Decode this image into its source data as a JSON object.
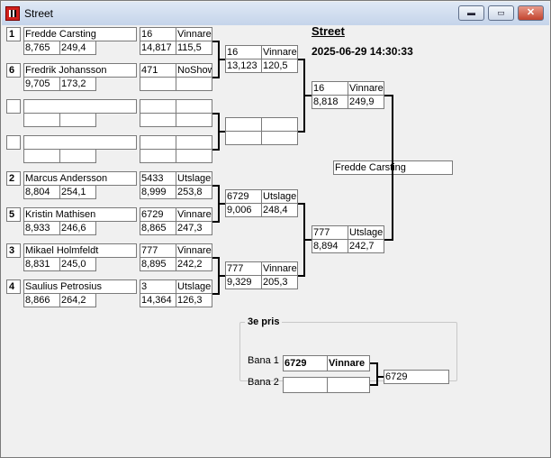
{
  "window": {
    "title": "Street",
    "buttons": {
      "minimize": "▬",
      "maximize": "▭",
      "close": "✕"
    }
  },
  "header": {
    "title": "Street",
    "datetime": "2025-06-29 14:30:33"
  },
  "bracket": {
    "round1": [
      {
        "seed": "1",
        "name": "Fredde Carsting",
        "v1": "8,765",
        "v2": "249,4"
      },
      {
        "seed": "6",
        "name": "Fredrik Johansson",
        "v1": "9,705",
        "v2": "173,2"
      },
      {
        "seed": "",
        "name": "",
        "v1": "",
        "v2": ""
      },
      {
        "seed": "",
        "name": "",
        "v1": "",
        "v2": ""
      },
      {
        "seed": "2",
        "name": "Marcus Andersson",
        "v1": "8,804",
        "v2": "254,1"
      },
      {
        "seed": "5",
        "name": "Kristin Mathisen",
        "v1": "8,933",
        "v2": "246,6"
      },
      {
        "seed": "3",
        "name": "Mikael Holmfeldt",
        "v1": "8,831",
        "v2": "245,0"
      },
      {
        "seed": "4",
        "name": "Saulius Petrosius",
        "v1": "8,866",
        "v2": "264,2"
      }
    ],
    "round1_results": [
      {
        "num": "16",
        "status": "Vinnare",
        "t1": "14,817",
        "t2": "115,5"
      },
      {
        "num": "471",
        "status": "NoShow",
        "t1": "",
        "t2": ""
      },
      {
        "num": "",
        "status": "",
        "t1": "",
        "t2": ""
      },
      {
        "num": "",
        "status": "",
        "t1": "",
        "t2": ""
      },
      {
        "num": "5433",
        "status": "Utslager",
        "t1": "8,999",
        "t2": "253,8"
      },
      {
        "num": "6729",
        "status": "Vinnare",
        "t1": "8,865",
        "t2": "247,3"
      },
      {
        "num": "777",
        "status": "Vinnare",
        "t1": "8,895",
        "t2": "242,2"
      },
      {
        "num": "3",
        "status": "Utslager",
        "t1": "14,364",
        "t2": "126,3"
      }
    ],
    "round2": [
      {
        "num": "16",
        "status": "Vinnare",
        "t1": "13,123",
        "t2": "120,5"
      },
      {
        "num": "",
        "status": "",
        "t1": "",
        "t2": ""
      },
      {
        "num": "6729",
        "status": "Utslager",
        "t1": "9,006",
        "t2": "248,4"
      },
      {
        "num": "777",
        "status": "Vinnare",
        "t1": "9,329",
        "t2": "205,3"
      }
    ],
    "semifinal": [
      {
        "num": "16",
        "status": "Vinnare",
        "t1": "8,818",
        "t2": "249,9"
      },
      {
        "num": "777",
        "status": "Utslager",
        "t1": "8,894",
        "t2": "242,7"
      }
    ],
    "winner": "Fredde Carsting"
  },
  "third_place": {
    "title": "3e pris",
    "lane1_label": "Bana 1",
    "lane2_label": "Bana 2",
    "lane1_num": "6729",
    "lane1_status": "Vinnare",
    "lane2_num": "",
    "lane2_status": "",
    "result": "6729"
  }
}
